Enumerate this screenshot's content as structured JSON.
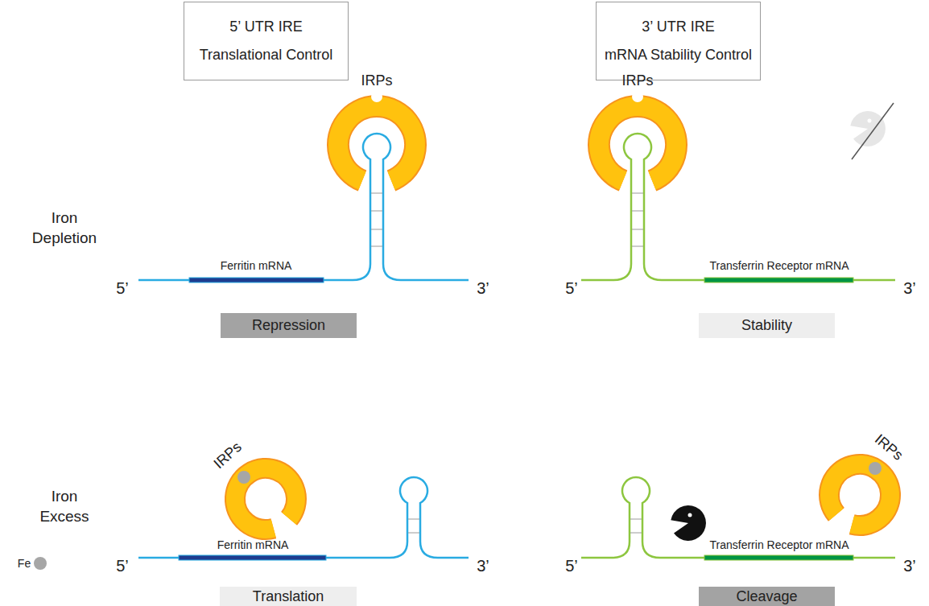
{
  "diagram": {
    "nodes": [
      {
        "text": [
          "5’ UTR IRE",
          "Translational Control"
        ]
      },
      {
        "text": [
          "3’ UTR IRE",
          "mRNA Stability Control"
        ]
      },
      {
        "text": [
          "Repression"
        ]
      },
      {
        "text": [
          "Stability"
        ]
      },
      {
        "text": [
          "Translation"
        ]
      },
      {
        "text": [
          "Cleavage"
        ]
      }
    ],
    "edges": [],
    "labels": [
      "Iron Depletion",
      "Iron Excess",
      "Fe",
      "IRPs",
      "IRPs",
      "IRPs",
      "IRPs",
      "Ferritin mRNA",
      "Ferritin mRNA",
      "Transferrin Receptor mRNA",
      "Transferrin Receptor mRNA",
      "5’",
      "3’",
      "5’",
      "3’",
      "5’",
      "3’",
      "5’",
      "3’"
    ]
  }
}
